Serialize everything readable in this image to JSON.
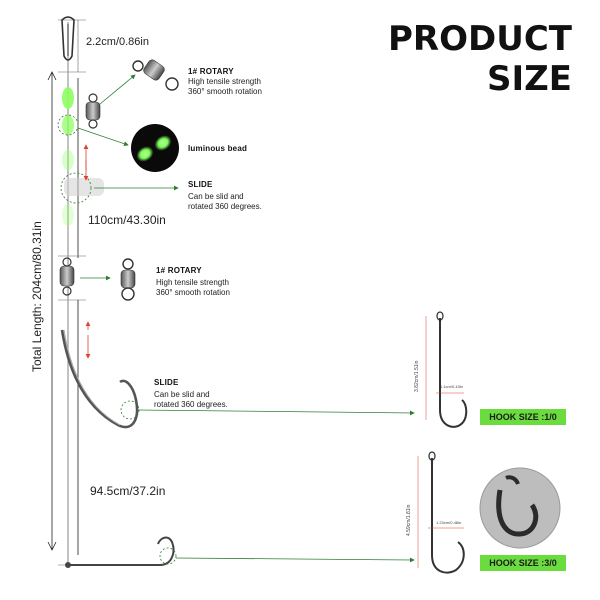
{
  "title": {
    "line1": "PRODUCT",
    "line2": "SIZE"
  },
  "dimensions": {
    "top_clip": "2.2cm/0.86in",
    "upper_section": "110cm/43.30in",
    "lower_section": "94.5cm/37.2in",
    "total": "Total Length: 204cm/80.31in"
  },
  "callouts": {
    "rotary_1": {
      "heading": "1# ROTARY",
      "line1": "High tensile strength",
      "line2": "360° smooth rotation"
    },
    "bead": {
      "heading": "luminous bead"
    },
    "slide_1": {
      "heading": "SLIDE",
      "line1": "Can be slid and",
      "line2": "rotated 360 degrees."
    },
    "rotary_2": {
      "heading": "1# ROTARY",
      "line1": "High tensile strength",
      "line2": "360° smooth rotation"
    },
    "slide_2": {
      "heading": "SLIDE",
      "line1": "Can be slid and",
      "line2": "rotated 360 degrees."
    }
  },
  "hooks": [
    {
      "size_label": "HOOK SIZE :1/0",
      "length": "3.82cm/1.51in",
      "gap": "1.1cm/0.43in"
    },
    {
      "size_label": "HOOK SIZE :3/0",
      "length": "4.59cm/1.81in",
      "gap": "1.23cm/0.48in"
    }
  ],
  "colors": {
    "accent_green": "#6bdc3e",
    "arrow_green": "#2e7d32",
    "glow_green": "#7dff5a",
    "red_arrow": "#d9442e"
  }
}
